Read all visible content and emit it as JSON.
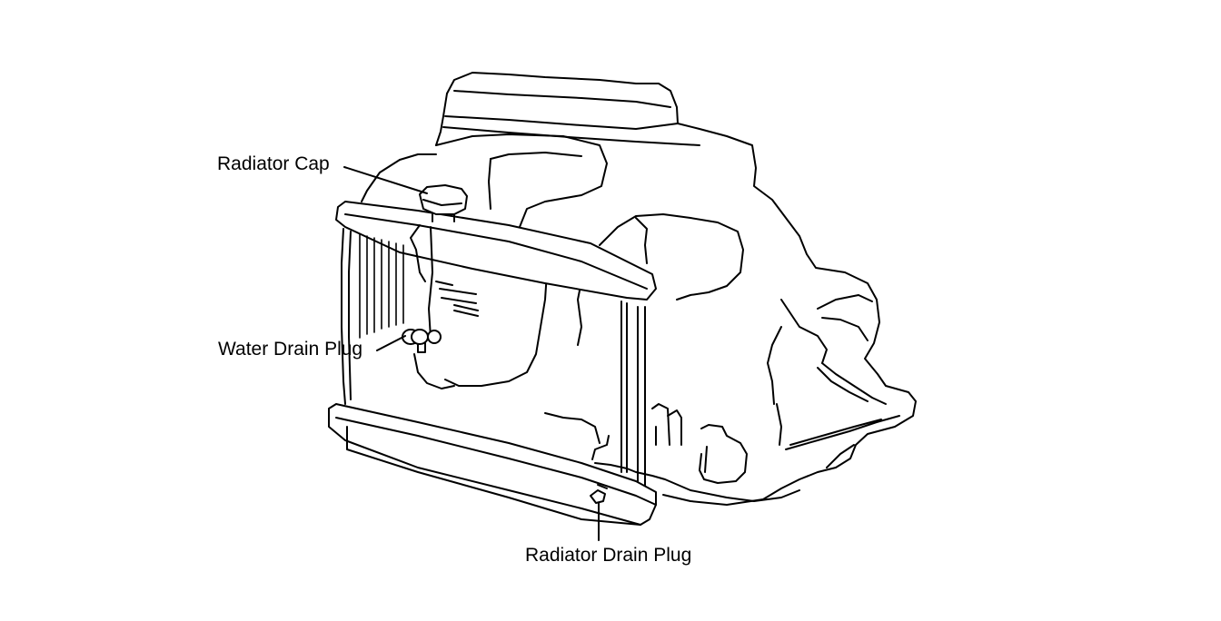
{
  "labels": {
    "radiator_cap": "Radiator Cap",
    "water_drain_plug": "Water Drain Plug",
    "radiator_drain_plug": "Radiator Drain Plug"
  },
  "colors": {
    "line": "#000000",
    "background": "#ffffff"
  }
}
